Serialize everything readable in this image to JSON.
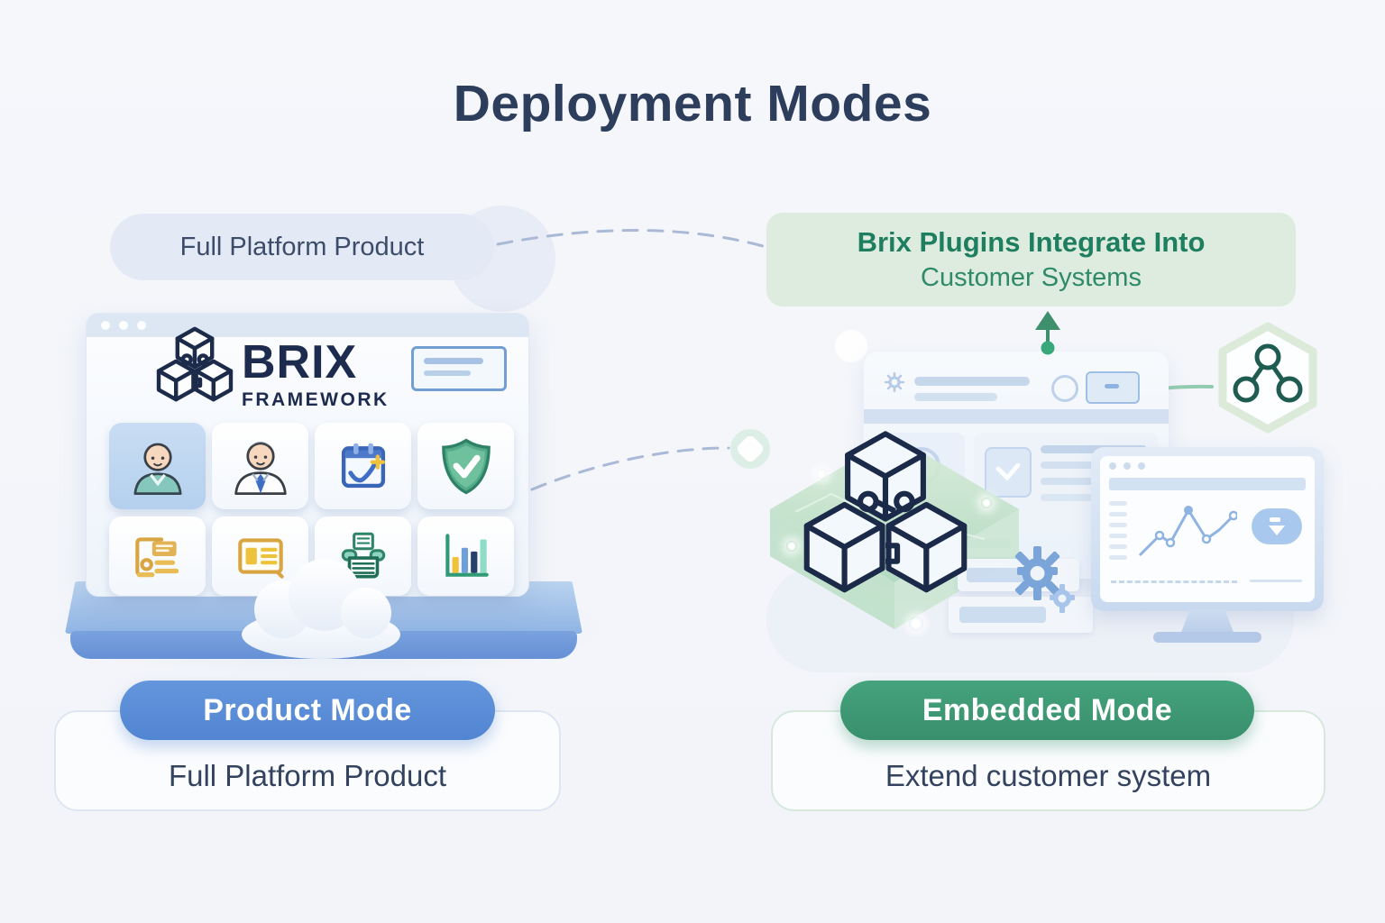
{
  "title": "Deployment Modes",
  "left": {
    "top_label": "Full Platform Product",
    "mode_pill": "Product Mode",
    "description": "Full Platform Product",
    "browser": {
      "logo_title": "BRIX",
      "logo_subtitle": "FRAMEWORK",
      "tile_icons": [
        "patient-avatar-icon",
        "doctor-avatar-icon",
        "calendar-check-icon",
        "shield-check-icon",
        "document-form-icon",
        "id-card-icon",
        "printer-icon",
        "bar-chart-icon"
      ]
    }
  },
  "right": {
    "top_label_line1": "Brix Plugins Integrate Into",
    "top_label_line2": "Customer Systems",
    "mode_pill": "Embedded Mode",
    "description": "Extend customer system",
    "illustration_icons": [
      "puzzle-cubes-icon",
      "network-hexagon-icon",
      "gear-icon",
      "monitor-chart-icon",
      "server-stack-icon",
      "customer-app-window-icon",
      "up-arrow-icon",
      "cloud-icon"
    ]
  },
  "colors": {
    "background": "#f3f5f9",
    "title_text": "#2d3d5c",
    "product_accent": "#5b8ed9",
    "embedded_accent": "#3c9a74",
    "label_pill_bg": "#e4eaf5",
    "green_label_bg": "#deecdf",
    "green_label_text": "#1f7f60",
    "dashed_line": "#a9bad6",
    "body_text": "#33435f"
  }
}
